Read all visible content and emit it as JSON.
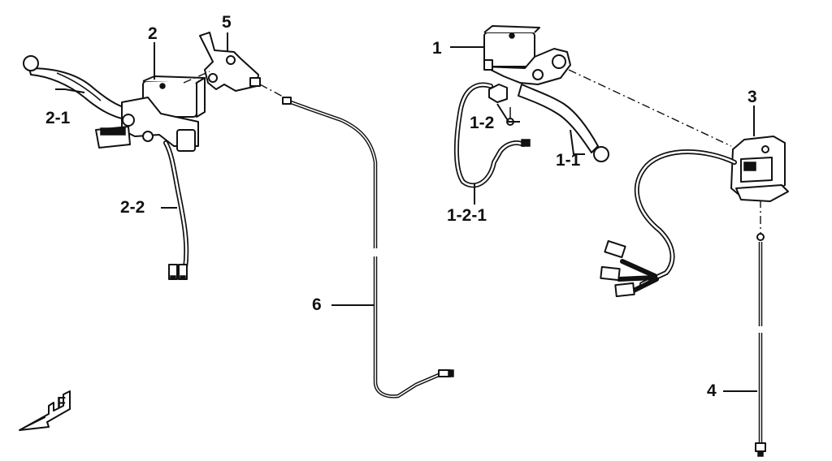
{
  "labels": {
    "p1": "1",
    "p1_1": "1-1",
    "p1_2": "1-2",
    "p1_2_1": "1-2-1",
    "p2": "2",
    "p2_1": "2-1",
    "p2_2": "2-2",
    "p3": "3",
    "p4": "4",
    "p5": "5",
    "p6": "6"
  },
  "front_marker": "F"
}
